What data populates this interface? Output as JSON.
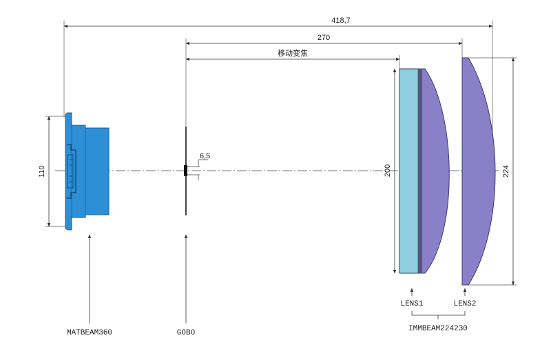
{
  "dimensions": {
    "overall_length": "418,7",
    "gobo_to_lens2": "270",
    "zoom_travel": "移动变焦",
    "gobo_offset": "6,5",
    "fixture_height": "110",
    "lens1_diameter": "200",
    "lens2_diameter": "224"
  },
  "labels": {
    "fixture": "MATBEAM360",
    "gobo": "GOBO",
    "lens1": "LENS1",
    "lens2": "LENS2",
    "lens_set": "IMMBEAM224230"
  },
  "colors": {
    "fixture_body": "#2d8fd6",
    "fixture_outline": "#1a5f95",
    "lens1_plate": "#8fcfe0",
    "lens_convex": "#8a80c8",
    "lens_outline": "#3a3a6a"
  }
}
